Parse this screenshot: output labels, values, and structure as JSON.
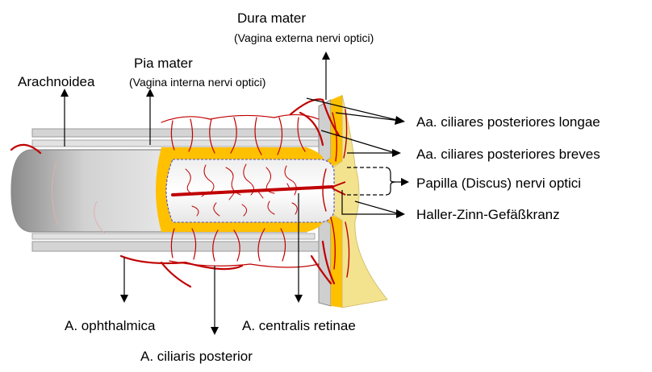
{
  "labels": {
    "dura_mater": "Dura mater",
    "dura_mater_sub": "(Vagina externa nervi optici)",
    "pia_mater": "Pia mater",
    "pia_mater_sub": "(Vagina interna nervi optici)",
    "arachnoidea": "Arachnoidea",
    "aa_ciliares_longae": "Aa. ciliares posteriores longae",
    "aa_ciliares_breves": "Aa. ciliares posteriores breves",
    "papilla": "Papilla (Discus) nervi optici",
    "haller_zinn": "Haller-Zinn-Gefäßkranz",
    "a_ophthalmica": "A.  ophthalmica",
    "a_centralis_retinae": "A.  centralis retinae",
    "a_ciliaris_posterior": "A.  ciliaris posterior"
  },
  "colors": {
    "vessel": "#c00000",
    "pia_layer": "#ffc000",
    "retina_layer": "#f3e38f",
    "sheath_gray": "#c8c8c8",
    "vein_blue": "#5050c8"
  }
}
